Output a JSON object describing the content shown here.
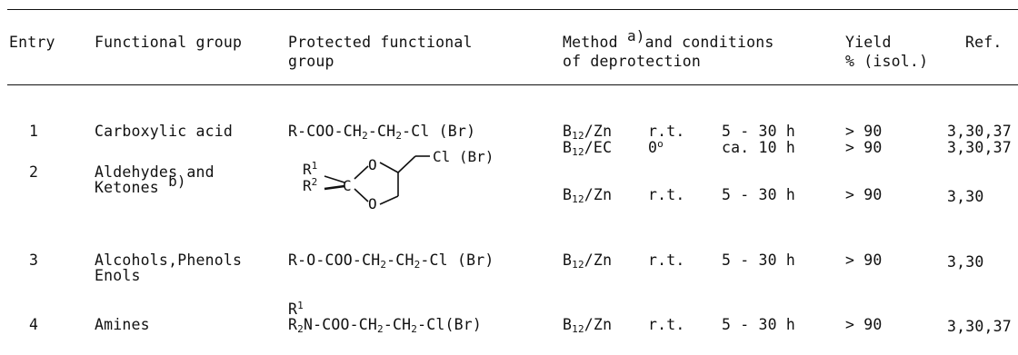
{
  "table": {
    "headers": {
      "entry": "Entry",
      "functional_group": "Functional group",
      "protected_line1": "Protected functional",
      "protected_line2": "group",
      "method_line1_a": "Method",
      "method_note": "a)",
      "method_line1_b": "and conditions",
      "method_line2": "of deprotection",
      "yield_line1": "Yield",
      "yield_line2": "% (isol.)",
      "ref": "Ref."
    },
    "rows": [
      {
        "entry": "1",
        "group": "Carboxylic acid",
        "protected": {
          "pre": "R-COO-CH",
          "sub1": "2",
          "mid": "-CH",
          "sub2": "2",
          "post": "-Cl (Br)"
        },
        "methods": [
          {
            "reagent": "B",
            "reagent_sub": "12",
            "reagent_post": "/Zn",
            "temp": "r.t.",
            "time": "5 - 30 h",
            "yield": "> 90",
            "ref": "3,30,37"
          },
          {
            "reagent": "B",
            "reagent_sub": "12",
            "reagent_post": "/EC",
            "temp": "0",
            "temp_sup": "o",
            "time": "ca. 10 h",
            "yield": "> 90",
            "ref": "3,30,37"
          }
        ]
      },
      {
        "entry": "2",
        "group_line1": "Aldehydes and",
        "group_line2": "Ketones",
        "group_note": "b)",
        "structure": {
          "r1": "R",
          "r1_sup": "1",
          "r2": "R",
          "r2_sup": "2",
          "c": "C",
          "o_top": "O",
          "o_bottom": "O",
          "substituent": "Cl (Br)"
        },
        "method": {
          "reagent": "B",
          "reagent_sub": "12",
          "reagent_post": "/Zn",
          "temp": "r.t.",
          "time": "5 - 30 h",
          "yield": "> 90",
          "ref": "3,30"
        }
      },
      {
        "entry": "3",
        "group_line1": "Alcohols,Phenols",
        "group_line2": "Enols",
        "protected": {
          "pre": "R-O-COO-CH",
          "sub1": "2",
          "mid": "-CH",
          "sub2": "2",
          "post": "-Cl (Br)"
        },
        "method": {
          "reagent": "B",
          "reagent_sub": "12",
          "reagent_post": "/Zn",
          "temp": "r.t.",
          "time": "5 - 30 h",
          "yield": "> 90",
          "ref": "3,30"
        }
      },
      {
        "entry": "4",
        "group": "Amines",
        "protected": {
          "r1": "R",
          "r1_sup": "1",
          "r2": "R",
          "r2_sub": "2",
          "pre": "N-COO-CH",
          "sub1": "2",
          "mid": "-CH",
          "sub2": "2",
          "post": "-Cl(Br)"
        },
        "method": {
          "reagent": "B",
          "reagent_sub": "12",
          "reagent_post": "/Zn",
          "temp": "r.t.",
          "time": "5 - 30 h",
          "yield": "> 90",
          "ref": "3,30,37"
        }
      }
    ]
  }
}
